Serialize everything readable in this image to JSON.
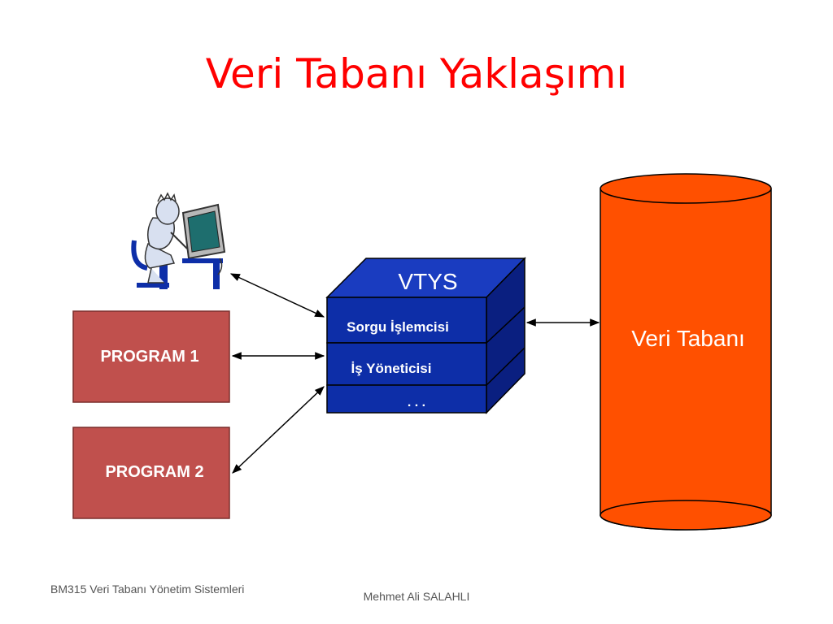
{
  "slide": {
    "title": "Veri Tabanı Yaklaşımı"
  },
  "diagram": {
    "programs": [
      "PROGRAM 1",
      "PROGRAM 2"
    ],
    "vtys": {
      "title": "VTYS",
      "layers": [
        "Sorgu İşlemcisi",
        "İş Yöneticisi",
        ". . ."
      ]
    },
    "database": "Veri Tabanı",
    "colors": {
      "title": "#ff0000",
      "program_box": "#c0504d",
      "vtys_blue": "#0d2ea8",
      "vtys_dark": "#0a1f80",
      "cylinder": "#ff5000"
    }
  },
  "footer": {
    "course": "BM315 Veri Tabanı Yönetim Sistemleri",
    "author": "Mehmet Ali SALAHLI"
  }
}
